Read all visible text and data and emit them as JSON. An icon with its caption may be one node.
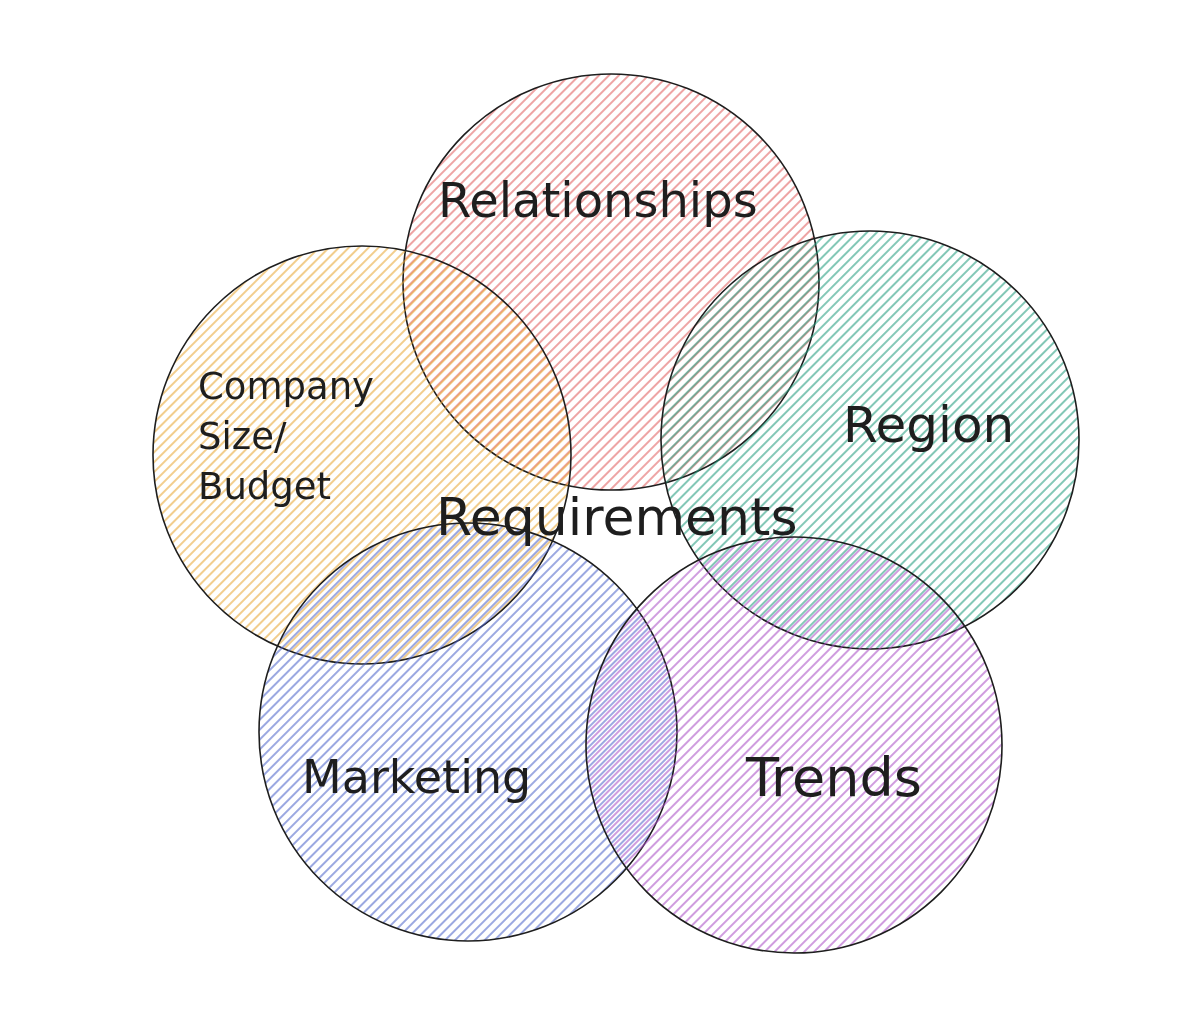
{
  "diagram": {
    "nodes": [
      {
        "text": [
          "Relationships"
        ]
      },
      {
        "text": [
          "Company Size/ Budget"
        ]
      },
      {
        "text": [
          "Region"
        ]
      },
      {
        "text": [
          "Marketing"
        ]
      },
      {
        "text": [
          "Trends"
        ]
      }
    ],
    "labels": [
      "Requirements"
    ]
  }
}
